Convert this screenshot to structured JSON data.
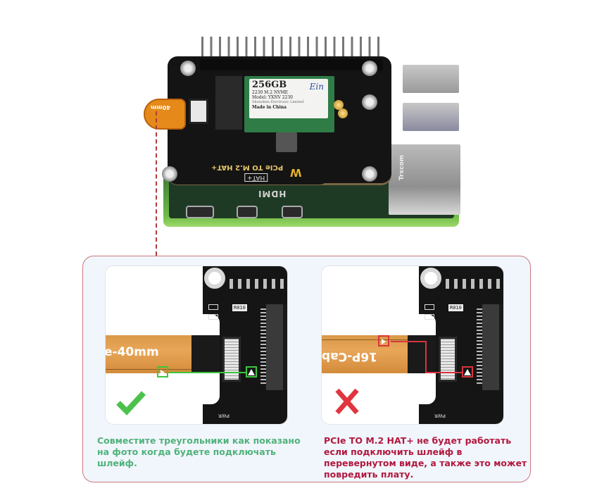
{
  "product_photo": {
    "ssd": {
      "capacity": "256GB",
      "form_factor": "2230 M.2 NVME",
      "model": "Model: YXNV 2230",
      "manufacturer": "Shenzhen Electronic Limited",
      "origin": "Made in China",
      "brand": "Ein"
    },
    "hat_label": "PCIe TO M.2 HAT+",
    "hat_badge": "HAT+",
    "brand_logo": "W",
    "board_marking_hdmi": "HDMI",
    "ribbon_label": "40mm",
    "ethernet_label": "Trxcom",
    "leader_line_color": "#b23a3a"
  },
  "instruction_card": {
    "border_color": "#c9787c",
    "background": "#f1f6fc",
    "panels": [
      {
        "id": "correct",
        "cable_text": "e-40mm",
        "board_marking": "R010",
        "pwr_label": "PWR",
        "marker_color": "#3cc63c",
        "status_icon": "check-icon",
        "status_color": "#4cc24c",
        "caption": "Совместите треугольники как показано на фото когда будете подключать шлейф.",
        "caption_color": "#4fb27a"
      },
      {
        "id": "incorrect",
        "cable_text": "16P-Cab",
        "board_marking": "R010",
        "pwr_label": "PWR",
        "marker_color": "#d8343e",
        "status_icon": "cross-icon",
        "status_color": "#e0353f",
        "caption": "PCIe TO M.2 HAT+ не будет работать если подключить шлейф в перевернутом виде, а также это может повредить плату.",
        "caption_color": "#b2183f"
      }
    ]
  }
}
